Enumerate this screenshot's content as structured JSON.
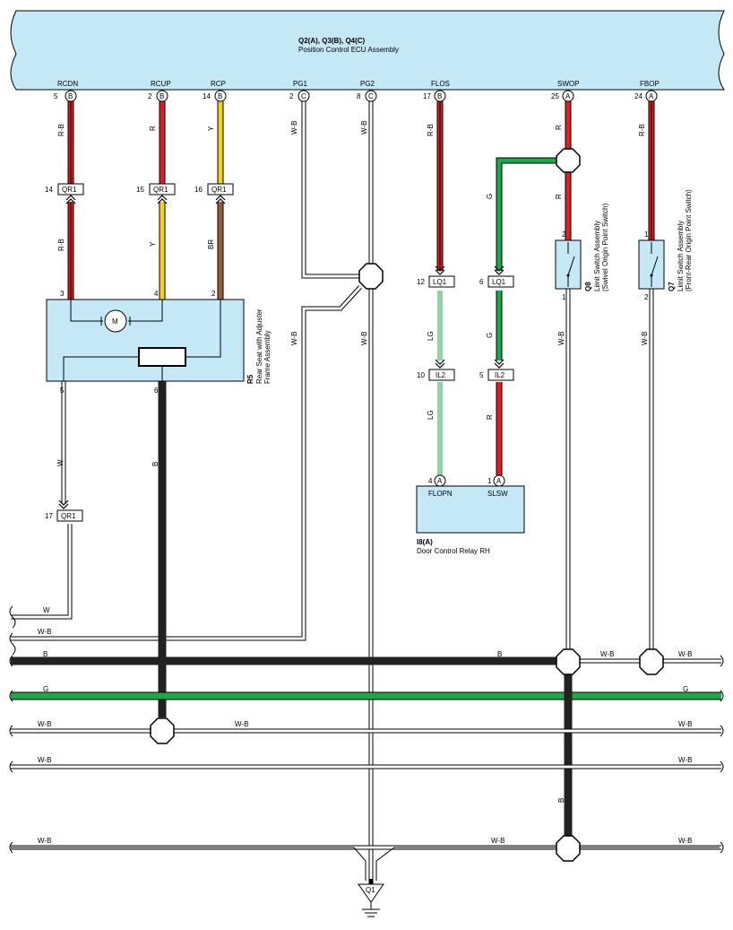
{
  "ecu": {
    "code": "Q2(A), Q3(B), Q4(C)",
    "name": "Position Control ECU Assembly",
    "terminals": [
      {
        "name": "RCDN",
        "pin": "5",
        "conn": "B"
      },
      {
        "name": "RCUP",
        "pin": "2",
        "conn": "B"
      },
      {
        "name": "RCP",
        "pin": "14",
        "conn": "B"
      },
      {
        "name": "PG1",
        "pin": "2",
        "conn": "C"
      },
      {
        "name": "PG2",
        "pin": "8",
        "conn": "C"
      },
      {
        "name": "FLOS",
        "pin": "17",
        "conn": "B"
      },
      {
        "name": "SWOP",
        "pin": "25",
        "conn": "A"
      },
      {
        "name": "FBOP",
        "pin": "24",
        "conn": "A"
      }
    ]
  },
  "wire_colors": {
    "R-B": "#e02020",
    "R": "#e02020",
    "Y": "#f7d117",
    "BR": "#9b5a37",
    "W-B": "#ffffff",
    "LG": "#8fd3a6",
    "G": "#1fa64a",
    "B": "#222222",
    "W": "#ffffff"
  },
  "accent": {
    "ecu_fill": "#c5e8f7",
    "component_fill": "#c5e8f7"
  },
  "wire_labels": {
    "rcdn_upper": "R-B",
    "rcdn_lower": "R-B",
    "rcup_upper": "R",
    "rcup_lower": "Y",
    "rcp_upper": "Y",
    "rcp_lower": "BR",
    "pg1": "W-B",
    "pg1_lower": "W-B",
    "pg2": "W-B",
    "pg2_lower": "W-B",
    "flos": "R-B",
    "g_branch": "G",
    "lg_upper": "LG",
    "lg_lower": "LG",
    "g_lower": "G",
    "r_lower": "R",
    "swop": "R",
    "swop_mid": "R",
    "swop_lower": "W-B",
    "fbop": "R-B",
    "fbop_lower": "W-B",
    "w_seat": "W",
    "b_seat": "B",
    "b_vert": "B"
  },
  "connectors": {
    "qr1_14": {
      "pin": "14",
      "name": "QR1"
    },
    "qr1_15": {
      "pin": "15",
      "name": "QR1"
    },
    "qr1_16": {
      "pin": "16",
      "name": "QR1"
    },
    "qr1_17": {
      "pin": "17",
      "name": "QR1"
    },
    "lq1_12": {
      "pin": "12",
      "name": "LQ1"
    },
    "lq1_6": {
      "pin": "6",
      "name": "LQ1"
    },
    "il2_10": {
      "pin": "10",
      "name": "IL2"
    },
    "il2_5": {
      "pin": "5",
      "name": "IL2"
    }
  },
  "seat": {
    "code": "R5",
    "name_line1": "Rear Seat with Adjuster",
    "name_line2": "Frame Assembly",
    "pins": {
      "p3": "3",
      "p4": "4",
      "p2": "2",
      "p5": "5",
      "p6": "6"
    },
    "motor": "M"
  },
  "relay": {
    "code": "I8(A)",
    "name": "Door Control Relay RH",
    "left_pin": "4",
    "left_conn": "A",
    "left_term": "FLOPN",
    "right_pin": "1",
    "right_conn": "A",
    "right_term": "SLSW"
  },
  "switch_q8": {
    "code": "Q8",
    "line1": "Limit Switch Assembly",
    "line2": "(Swivel Origin Point Switch)",
    "pin_top": "2",
    "pin_bottom": "1"
  },
  "switch_q7": {
    "code": "Q7",
    "line1": "Limit Switch Assembly",
    "line2": "(Front-Rear Origin Point Switch)",
    "pin_top": "1",
    "pin_bottom": "2"
  },
  "ground": {
    "code": "Q1"
  },
  "bus": {
    "w": "W",
    "wb1": "W-B",
    "b_left": "B",
    "b_right": "B",
    "g_left": "G",
    "g_right": "G",
    "wb2_left": "W-B",
    "wb2_mid": "W-B",
    "wb2_right": "W-B",
    "wb3_left": "W-B",
    "wb3_right": "W-B",
    "wb4_left": "W-B",
    "wb4_mid": "W-B",
    "wb4_right": "W-B",
    "wb_bf_mid": "W-B",
    "wb_bf_right": "W-B"
  }
}
